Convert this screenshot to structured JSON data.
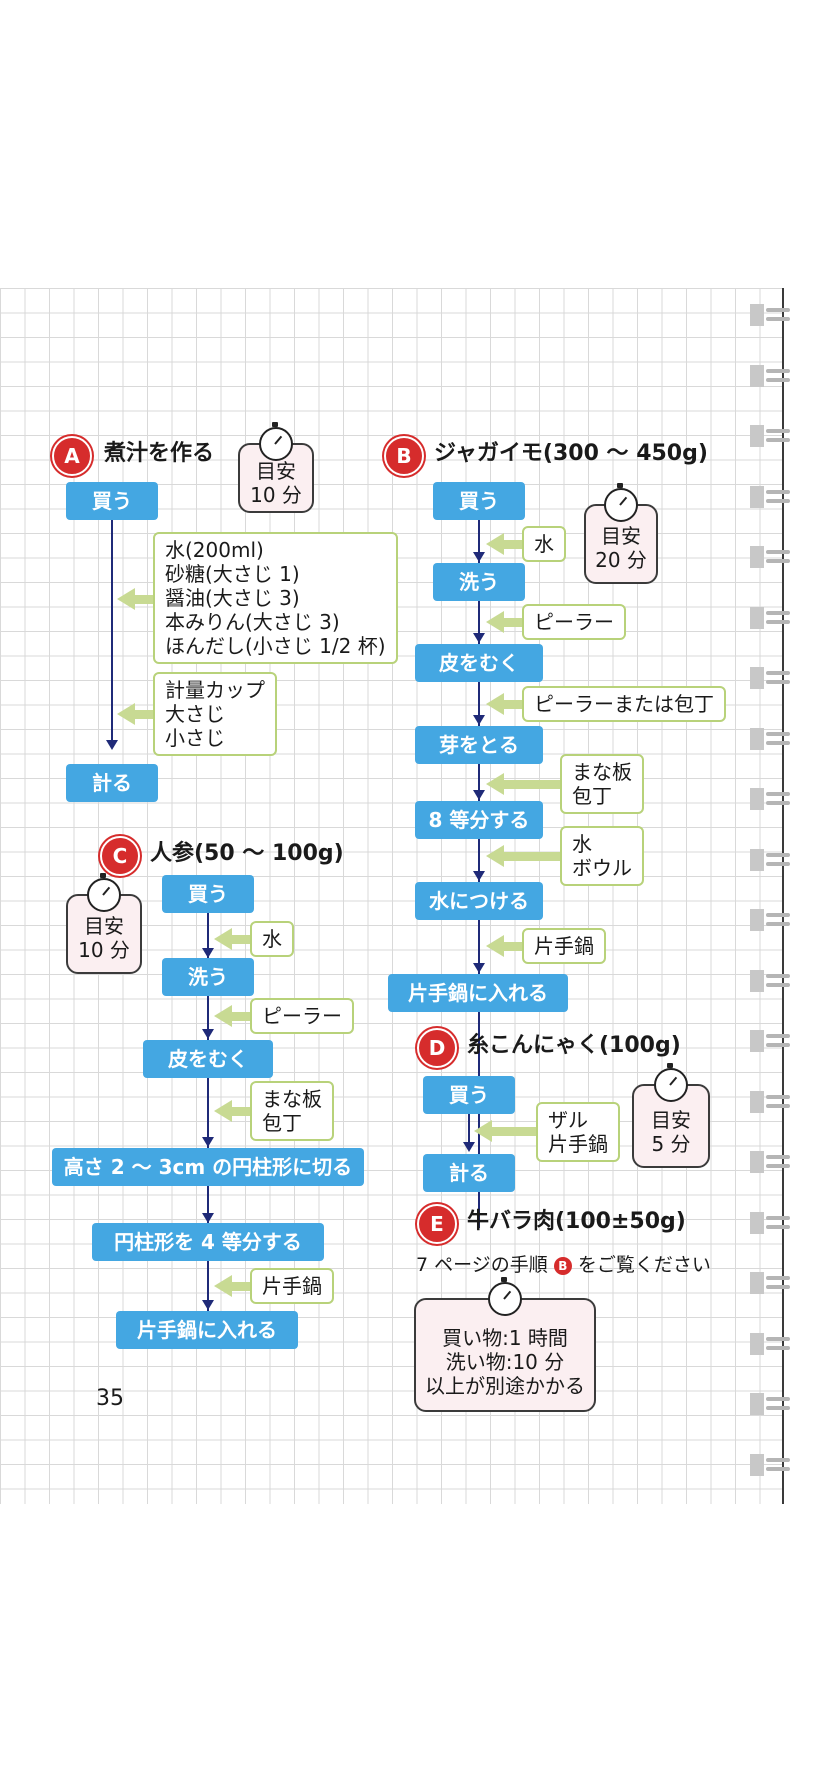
{
  "sections": {
    "A": {
      "badge": "A",
      "title": "煮汁を作る",
      "steps": [
        "買う",
        "計る"
      ],
      "timer": [
        "目安",
        "10 分"
      ],
      "tools1": [
        "水(200ml)",
        "砂糖(大さじ 1)",
        "醤油(大さじ 3)",
        "本みりん(大さじ 3)",
        "ほんだし(小さじ 1/2 杯)"
      ],
      "tools2": [
        "計量カップ",
        "大さじ",
        "小さじ"
      ]
    },
    "B": {
      "badge": "B",
      "title": "ジャガイモ(300 〜 450g)",
      "steps": [
        "買う",
        "洗う",
        "皮をむく",
        "芽をとる",
        "8 等分する",
        "水につける",
        "片手鍋に入れる"
      ],
      "timer": [
        "目安",
        "20 分"
      ],
      "tools": [
        "水",
        "ピーラー",
        "ピーラーまたは包丁",
        [
          "まな板",
          "包丁"
        ],
        [
          "水",
          "ボウル"
        ],
        "片手鍋"
      ]
    },
    "C": {
      "badge": "C",
      "title": "人参(50 〜 100g)",
      "steps": [
        "買う",
        "洗う",
        "皮をむく",
        "高さ 2 〜 3cm の円柱形に切る",
        "円柱形を 4 等分する",
        "片手鍋に入れる"
      ],
      "timer": [
        "目安",
        "10 分"
      ],
      "tools": [
        "水",
        "ピーラー",
        [
          "まな板",
          "包丁"
        ],
        "片手鍋"
      ]
    },
    "D": {
      "badge": "D",
      "title": "糸こんにゃく(100g)",
      "steps": [
        "買う",
        "計る"
      ],
      "timer": [
        "目安",
        "5 分"
      ],
      "tools": [
        "ザル",
        "片手鍋"
      ]
    },
    "E": {
      "badge": "E",
      "title": "牛バラ肉(100±50g)",
      "note_before": "7 ページの手順",
      "note_badge": "B",
      "note_after": "をご覧ください"
    }
  },
  "summary": [
    "買い物:1 時間",
    "洗い物:10 分",
    "以上が別途かかる"
  ],
  "page_number": "35",
  "colors": {
    "step": "#44a7e2",
    "tool_border": "#b8d27a",
    "arrow_green": "#c8da93",
    "flow_line": "#1f2a78",
    "badge": "#d62c2c",
    "timer_bg": "#fbeff1"
  }
}
